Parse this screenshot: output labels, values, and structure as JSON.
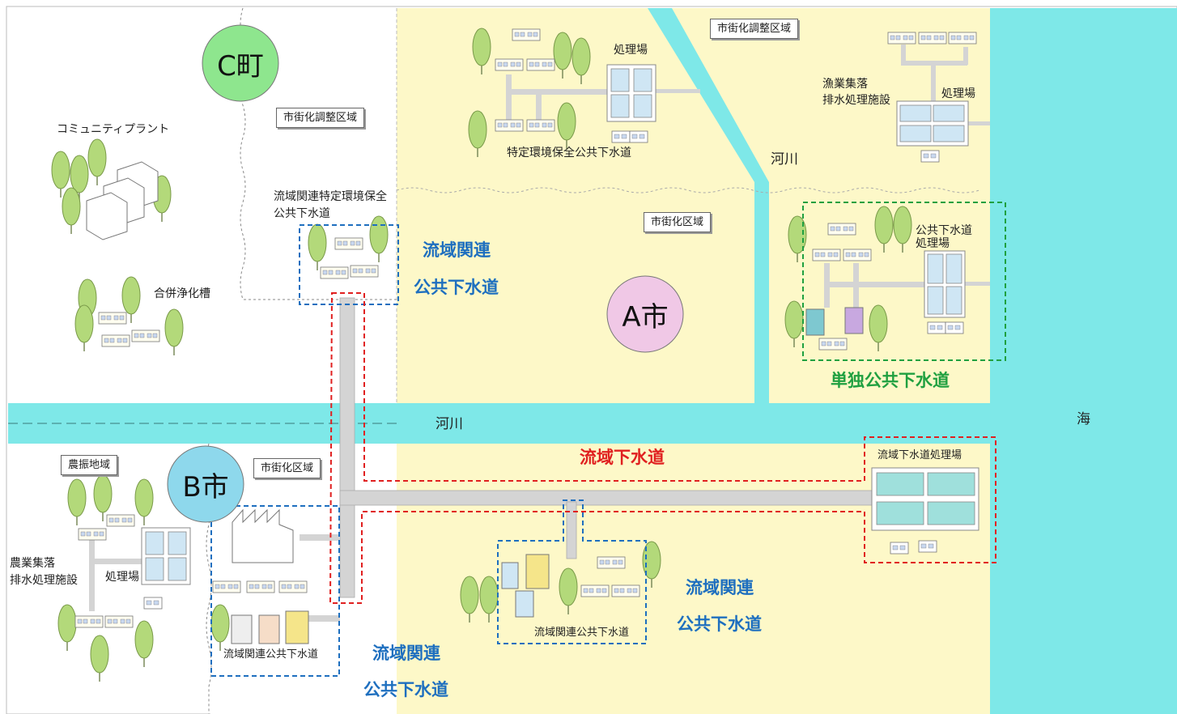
{
  "colors": {
    "urban": "#fdf8c8",
    "river": "#7ee8e8",
    "sea": "#7ee8e8",
    "pipe": "#d4d4d4",
    "blue_outline": "#1e6fbf",
    "red_outline": "#e02020",
    "green_outline": "#20a040",
    "c_town": "#8ee68e",
    "a_city": "#f0c8e6",
    "b_city": "#8ed8ec",
    "tree": "#b0d878"
  },
  "municipalities": {
    "c_town": "C町",
    "a_city": "A市",
    "b_city": "B市"
  },
  "zone_labels": {
    "c_adjustment": "市街化調整区域",
    "a_adjustment": "市街化調整区域",
    "a_urbanization": "市街化区域",
    "b_urbanization": "市街化区域",
    "b_agricultural": "農振地域"
  },
  "labels": {
    "community_plant": "コミュニティプラント",
    "septic": "合併浄化槽",
    "ryuiki_tokutei_1": "流域関連特定環境保全",
    "ryuiki_tokutei_2": "公共下水道",
    "treatment_plant_top": "処理場",
    "tokutei_kankyo": "特定環境保全公共下水道",
    "fishing_1": "漁業集落",
    "fishing_2": "排水処理施設",
    "treatment_plant_fish": "処理場",
    "river_vertical": "河川",
    "public_plant_1": "公共下水道",
    "public_plant_2": "処理場",
    "river_main": "河川",
    "sea": "海",
    "regional_plant": "流域下水道処理場",
    "agri_1": "農業集落",
    "agri_2": "排水処理施設",
    "treatment_plant_agri": "処理場",
    "b_ryuiki_public": "流域関連公共下水道",
    "center_ryuiki_public": "流域関連公共下水道"
  },
  "legend": {
    "blue_a_1": "流域関連",
    "blue_a_2": "公共下水道",
    "blue_c_1": "流域関連",
    "blue_c_2": "公共下水道",
    "blue_b_1": "流域関連",
    "blue_b_2": "公共下水道",
    "red": "流域下水道",
    "green": "単独公共下水道"
  }
}
